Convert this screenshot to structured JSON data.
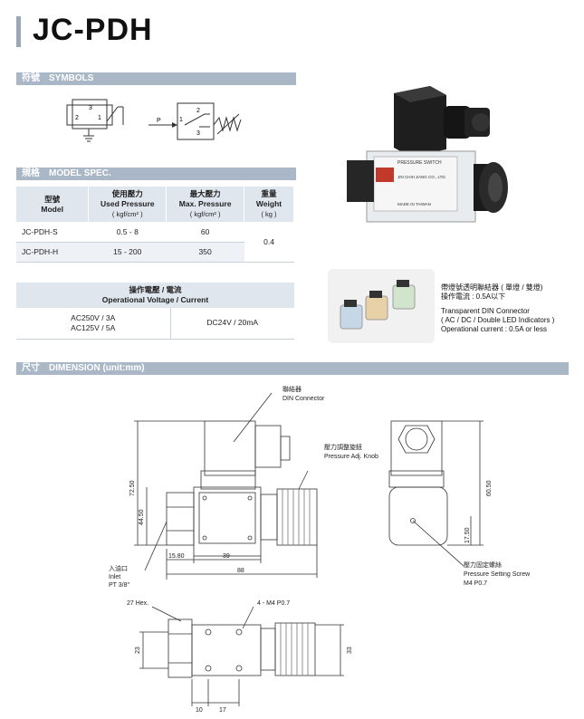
{
  "title": "JC-PDH",
  "sections": {
    "symbols": {
      "cn": "符號",
      "en": "SYMBOLS"
    },
    "model_spec": {
      "cn": "規格",
      "en": "MODEL SPEC."
    },
    "dimension": {
      "cn": "尺寸",
      "en": "DIMENSION (unit:mm)"
    }
  },
  "symbols": {
    "left_nums": [
      "3",
      "2",
      "1"
    ],
    "right_nums": [
      "1",
      "2",
      "3"
    ],
    "p_label": "P"
  },
  "spec_table": {
    "headers": [
      {
        "cn": "型號",
        "en": "Model",
        "unit": ""
      },
      {
        "cn": "使用壓力",
        "en": "Used Pressure",
        "unit": "( kgf/cm² )"
      },
      {
        "cn": "最大壓力",
        "en": "Max. Pressure",
        "unit": "( kgf/cm² )"
      },
      {
        "cn": "重量",
        "en": "Weight",
        "unit": "( kg )"
      }
    ],
    "rows": [
      {
        "model": "JC-PDH-S",
        "used": "0.5 - 8",
        "max": "60"
      },
      {
        "model": "JC-PDH-H",
        "used": "15 - 200",
        "max": "350"
      }
    ],
    "weight": "0.4"
  },
  "voltage_table": {
    "header_cn": "操作電壓 / 電流",
    "header_en": "Operational Voltage / Current",
    "ac_line1": "AC250V / 3A",
    "ac_line2": "AC125V / 5A",
    "dc": "DC24V / 20mA"
  },
  "connector": {
    "cn_line1": "帶燈號透明聯結器 ( 單燈 / 雙燈)",
    "cn_line2": "操作電流 : 0.5A以下",
    "en_line1": "Transparent DIN Connector",
    "en_line2": "( AC / DC / Double LED Indicators )",
    "en_line3": "Operational current : 0.5A or less"
  },
  "photo_labels": {
    "plate1": "PRESSURE SWITCH",
    "plate2": "JIN CHIH ZANG CO., LTD.",
    "plate3": "MADE IN TAIWAN"
  },
  "dimension": {
    "din_cn": "聯結器",
    "din_en": "DIN Connector",
    "knob_cn": "壓力調整旋鈕",
    "knob_en": "Pressure Adj. Knob",
    "inlet_cn": "入油口",
    "inlet_en": "Inlet",
    "inlet_size": "PT 3/8\"",
    "screw_cn": "壓力固定螺絲",
    "screw_en": "Pressure Setting Screw",
    "screw_size": "M4  P0.7",
    "d_72_50": "72.50",
    "d_44_50": "44.50",
    "d_15_80": "15.80",
    "d_39": "39",
    "d_88": "88",
    "d_60_50": "60.50",
    "d_17_50": "17.50",
    "hex": "27 Hex.",
    "m4": "4 - M4  P0.7",
    "d_23": "23",
    "d_33": "33",
    "d_10": "10",
    "d_17": "17"
  },
  "colors": {
    "section": "#a9b7c6",
    "table_head": "#dfe6ee",
    "accent": "#9aa7b6"
  }
}
